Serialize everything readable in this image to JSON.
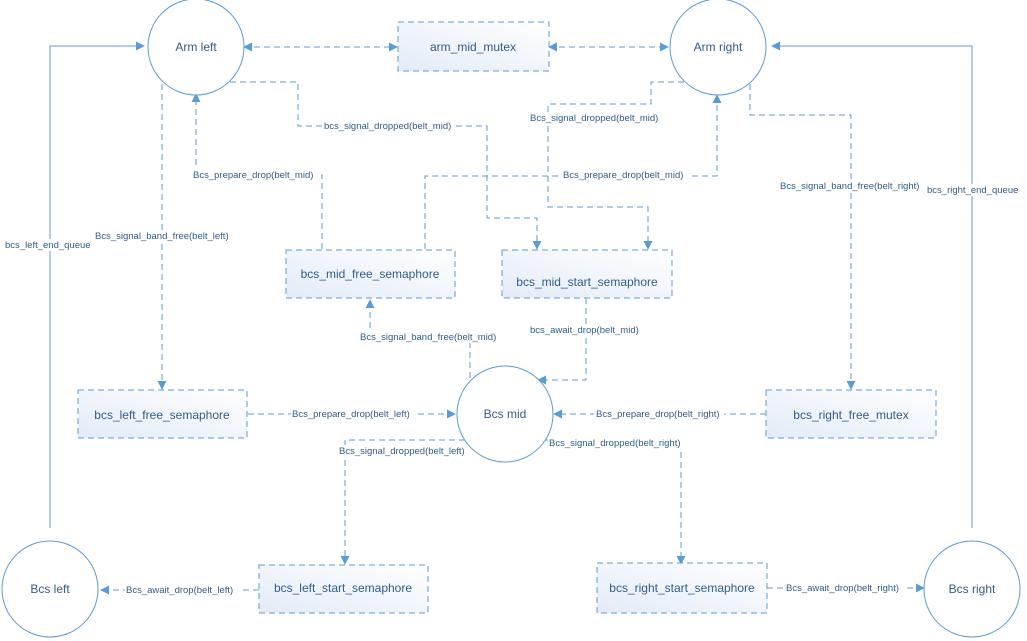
{
  "colors": {
    "stroke": "#5b9bd5",
    "text": "#2f5d8a",
    "box_fill_light": "#ffffff",
    "box_fill_dark": "#e3ebf7"
  },
  "nodes": {
    "arm_left": "Arm left",
    "arm_right": "Arm right",
    "bcs_mid": "Bcs mid",
    "bcs_left": "Bcs left",
    "bcs_right": "Bcs right",
    "arm_mid_mutex": "arm_mid_mutex",
    "bcs_mid_free_semaphore": "bcs_mid_free_semaphore",
    "bcs_mid_start_semaphore": "bcs_mid_start_semaphore",
    "bcs_left_free_semaphore": "bcs_left_free_semaphore",
    "bcs_right_free_mutex": "bcs_right_free_mutex",
    "bcs_left_start_semaphore": "bcs_left_start_semaphore",
    "bcs_right_start_semaphore": "bcs_right_start_semaphore"
  },
  "labels": {
    "bcs_left_end_queue": "bcs_left_end_queue",
    "bcs_right_end_queue": "bcs_right_end_queue",
    "signal_dropped_mid_left": "bcs_signal_dropped(belt_mid)",
    "signal_dropped_mid_right": "Bcs_signal_dropped(belt_mid)",
    "prepare_drop_mid_left": "Bcs_prepare_drop(belt_mid)",
    "prepare_drop_mid_right": "Bcs_prepare_drop(belt_mid)",
    "signal_band_free_left": "Bcs_signal_band_free(belt_left)",
    "signal_band_free_right": "Bcs_signal_band_free(belt_right)",
    "signal_band_free_mid": "Bcs_signal_band_free(belt_mid)",
    "await_drop_mid": "bcs_await_drop(belt_mid)",
    "prepare_drop_left": "Bcs_prepare_drop(belt_left)",
    "prepare_drop_right": "Bcs_prepare_drop(belt_right)",
    "signal_dropped_left": "Bcs_signal_dropped(belt_left)",
    "signal_dropped_right": "Bcs_signal_dropped(belt_right)",
    "await_drop_left": "Bcs_await_drop(belt_left)",
    "await_drop_right": "Bcs_await_drop(belt_right)"
  }
}
